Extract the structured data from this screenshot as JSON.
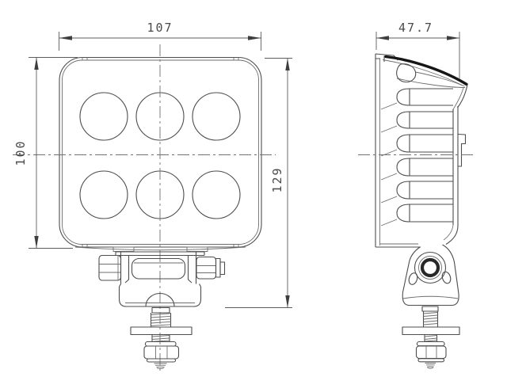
{
  "dimensions": {
    "width": "107",
    "height": "100",
    "total_height": "129",
    "depth": "47.7"
  },
  "front_view": {
    "led_count": 6,
    "led_rows": 2,
    "led_cols": 3
  },
  "side_view": {
    "fin_count": 6
  },
  "colors": {
    "background": "#ffffff",
    "line": "#4d4d4d",
    "lens_edge": "#161616",
    "dimension_text": "#4a4a4a"
  }
}
